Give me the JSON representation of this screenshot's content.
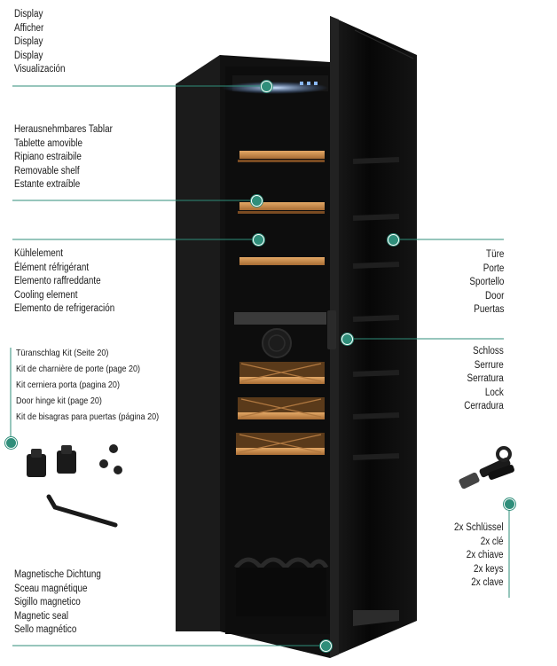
{
  "callouts": {
    "display": [
      "Display",
      "Afficher",
      "Display",
      "Display",
      "Visualización"
    ],
    "shelf": [
      "Herausnehmbares Tablar",
      "Tablette amovible",
      "Ripiano estraibile",
      "Removable shelf",
      "Estante extraíble"
    ],
    "cooling": [
      "Kühlelement",
      "Élément réfrigérant",
      "Elemento raffreddante",
      "Cooling element",
      "Elemento de refrigeración"
    ],
    "hinge_kit": [
      "Türanschlag Kit (Seite 20)",
      "Kit de charnière de porte (page 20)",
      "Kit cerniera porta (pagina 20)",
      "Door hinge kit (page 20)",
      "Kit de bisagras para puertas (página 20)"
    ],
    "seal": [
      "Magnetische Dichtung",
      "Sceau magnétique",
      "Sigillo magnetico",
      "Magnetic seal",
      "Sello magnético"
    ],
    "door": [
      "Türe",
      "Porte",
      "Sportello",
      "Door",
      "Puertas"
    ],
    "lock": [
      "Schloss",
      "Serrure",
      "Serratura",
      "Lock",
      "Cerradura"
    ],
    "keys": [
      "2x Schlüssel",
      "2x clé",
      "2x chiave",
      "2x keys",
      "2x clave"
    ]
  },
  "colors": {
    "accent": "#2f8e7a",
    "cabinet": "#121212",
    "door_glass": "#0b0b0b",
    "shelf_wood": "#c8894a",
    "display_glow": "#7fb6ff"
  },
  "icons": [
    "hinge-bracket-icon",
    "screw-icon",
    "allen-key-icon",
    "key-icon"
  ]
}
